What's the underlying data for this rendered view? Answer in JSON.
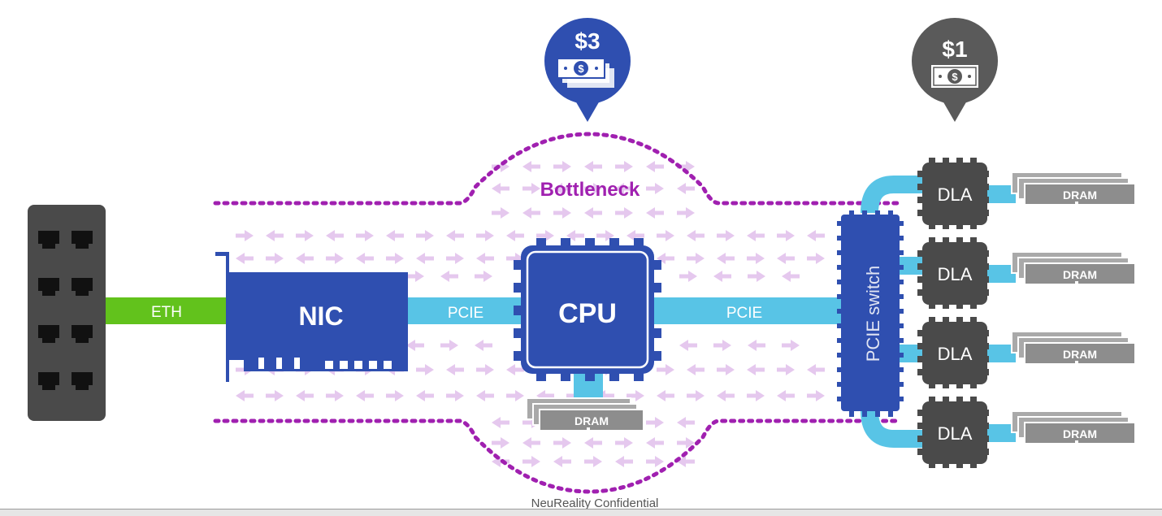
{
  "diagram": {
    "labels": {
      "eth": "ETH",
      "nic": "NIC",
      "pcie_left": "PCIE",
      "cpu": "CPU",
      "pcie_right": "PCIE",
      "pcie_switch": "PCIE switch",
      "bottleneck": "Bottleneck",
      "cpu_dram": "DRAM",
      "confidential": "NeuReality Confidential"
    },
    "cost_cpu": "$3",
    "cost_dla": "$1",
    "dla_units": [
      {
        "label": "DLA",
        "dram": "DRAM"
      },
      {
        "label": "DLA",
        "dram": "DRAM"
      },
      {
        "label": "DLA",
        "dram": "DRAM"
      },
      {
        "label": "DLA",
        "dram": "DRAM"
      }
    ],
    "colors": {
      "blue": "#2f4fb0",
      "light_blue": "#58c4e6",
      "green": "#62c21c",
      "gray": "#5a5a5a",
      "dark_gray": "#4a4a4a",
      "purple": "#a020b0",
      "pink_arrow": "#e5c8ee"
    },
    "icons": [
      "ethernet-port-icon",
      "dollar-bill-icon",
      "dollar-bill-icon"
    ]
  }
}
